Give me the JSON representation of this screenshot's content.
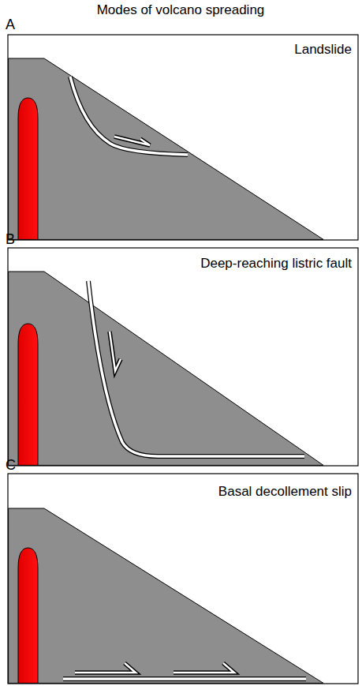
{
  "diagram": {
    "title": "Modes of volcano spreading",
    "labels": [
      "A",
      "Landslide",
      "B",
      "Deep-reaching listric fault",
      "C",
      "Basal decollement slip"
    ]
  }
}
